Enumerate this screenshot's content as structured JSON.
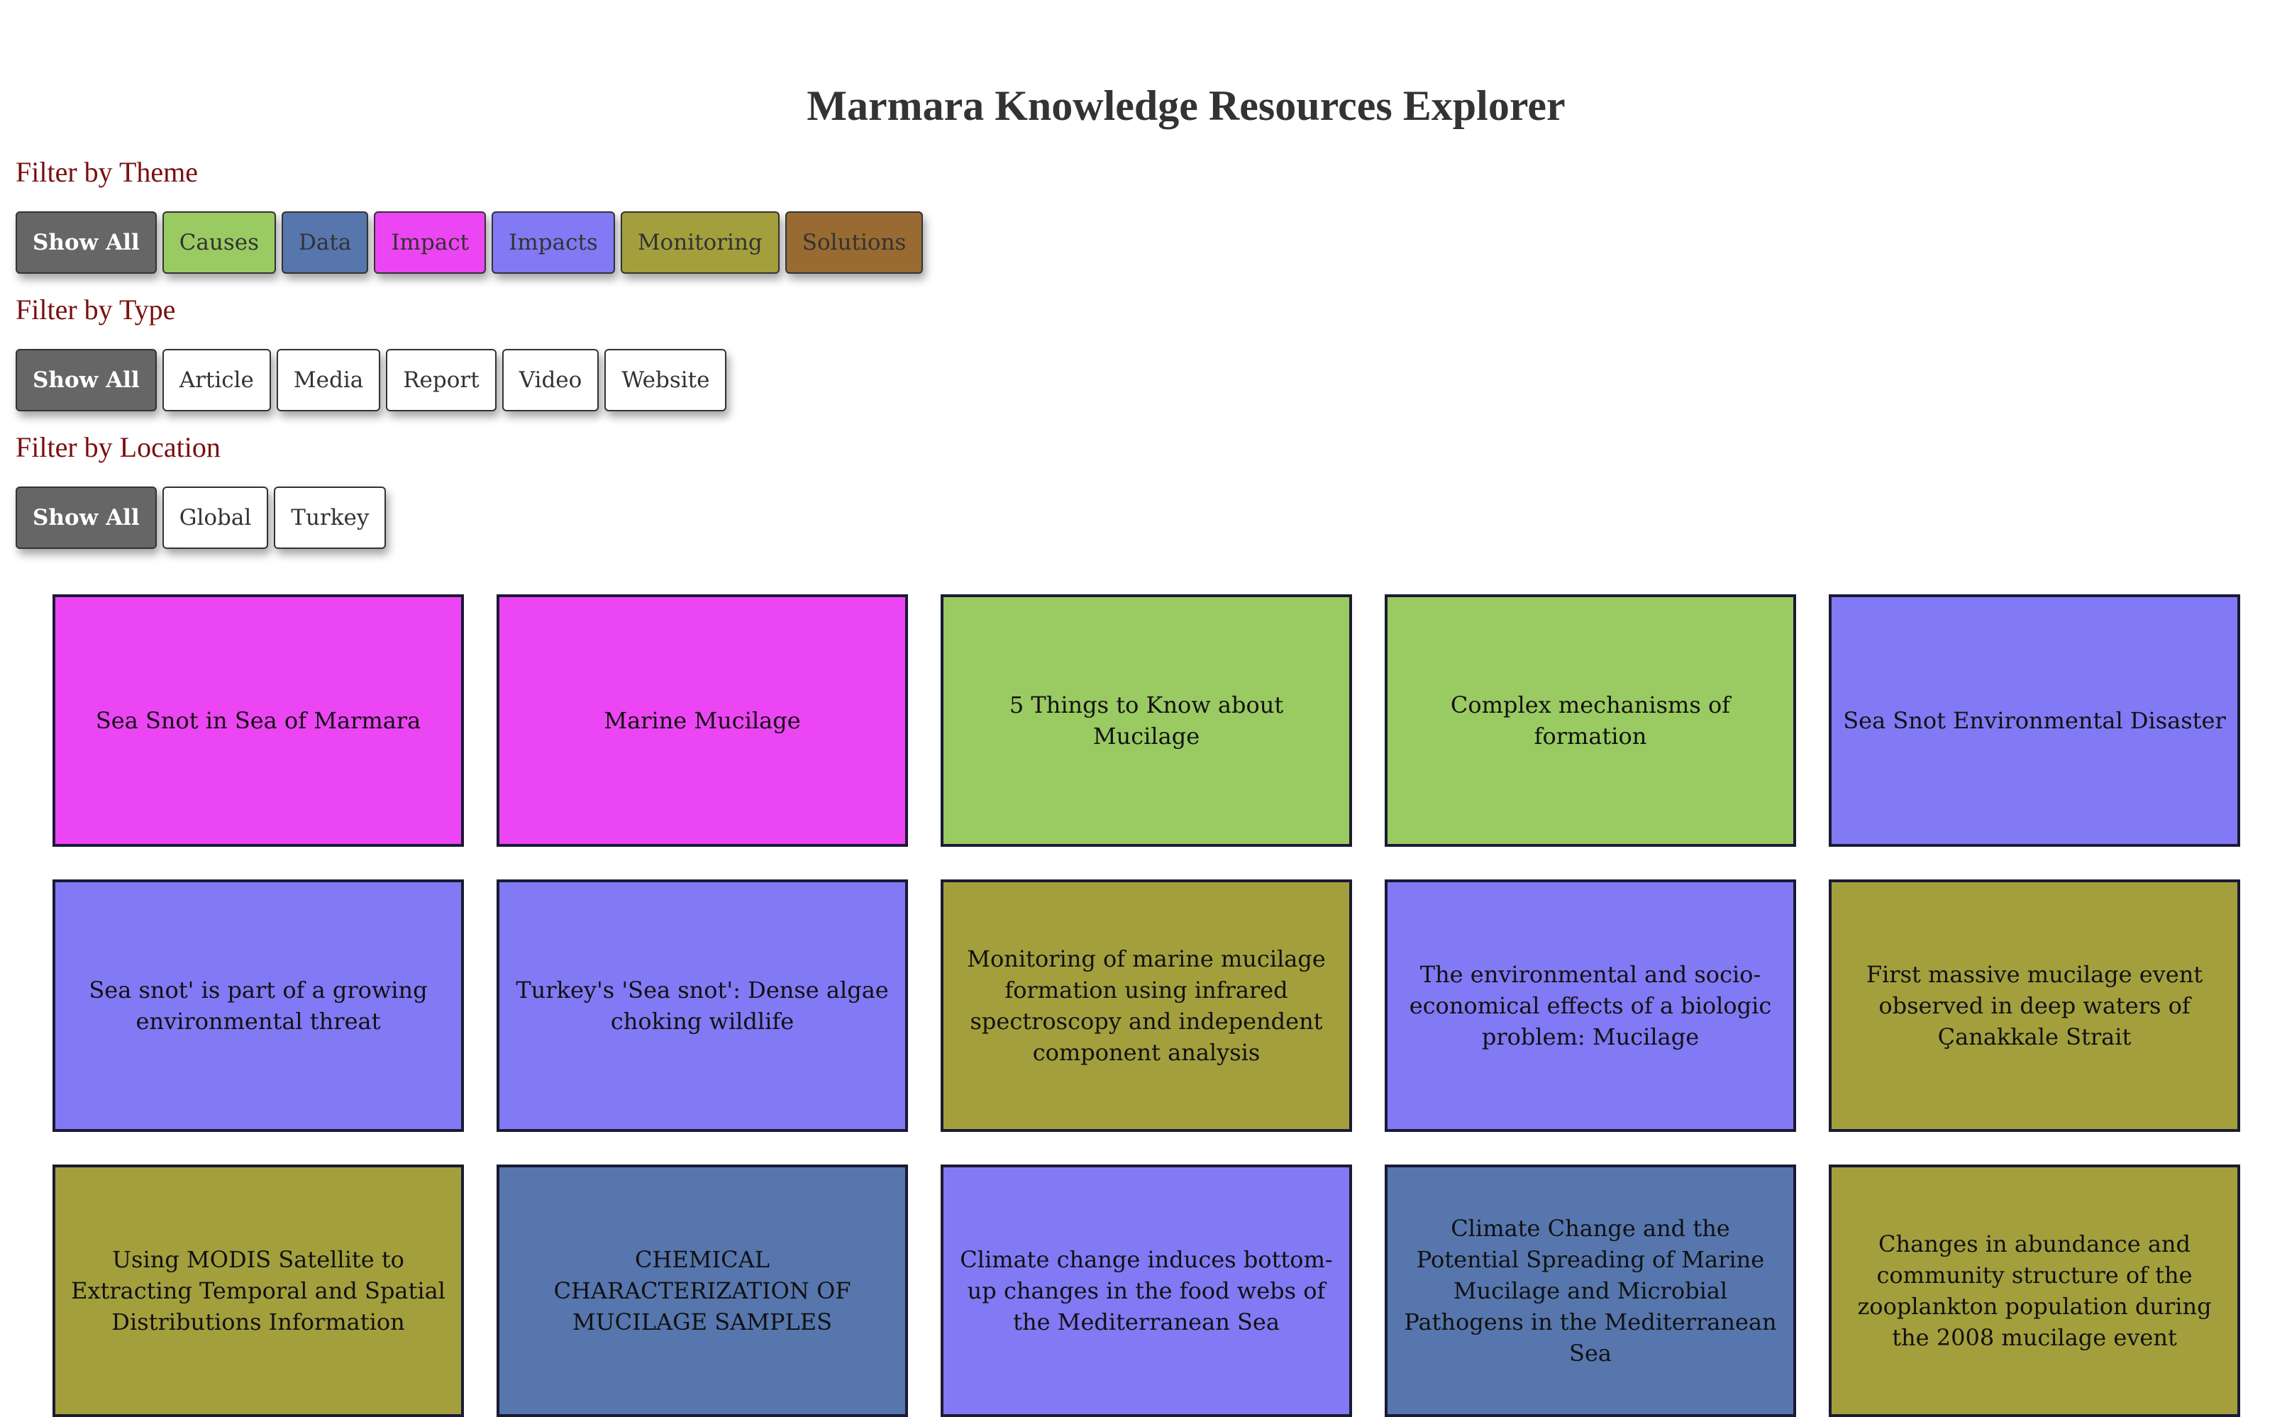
{
  "title": "Marmara Knowledge Resources Explorer",
  "theme_colors": {
    "Causes": "#9aca62",
    "Data": "#5676ad",
    "Impact": "#ec45f3",
    "Impacts": "#8279f4",
    "Monitoring": "#a39f3d",
    "Solutions": "#996a32"
  },
  "filters": {
    "theme": {
      "label": "Filter by Theme",
      "options": [
        "Show All",
        "Causes",
        "Data",
        "Impact",
        "Impacts",
        "Monitoring",
        "Solutions"
      ]
    },
    "type": {
      "label": "Filter by Type",
      "options": [
        "Show All",
        "Article",
        "Media",
        "Report",
        "Video",
        "Website"
      ]
    },
    "location": {
      "label": "Filter by Location",
      "options": [
        "Show All",
        "Global",
        "Turkey"
      ]
    }
  },
  "resources": [
    {
      "title": "Sea Snot in Sea of Marmara",
      "theme": "Impact"
    },
    {
      "title": "Marine Mucilage",
      "theme": "Impact"
    },
    {
      "title": "5 Things to Know about Mucilage",
      "theme": "Causes"
    },
    {
      "title": "Complex mechanisms of formation",
      "theme": "Causes"
    },
    {
      "title": "Sea Snot Environmental Disaster",
      "theme": "Impacts"
    },
    {
      "title": "Sea snot' is part of a growing environmental threat",
      "theme": "Impacts"
    },
    {
      "title": "Turkey's 'Sea snot': Dense algae choking wildlife",
      "theme": "Impacts"
    },
    {
      "title": "Monitoring of marine mucilage formation using infrared spectroscopy and independent component analysis",
      "theme": "Monitoring"
    },
    {
      "title": "The environmental and socio-economical effects of a biologic problem: Mucilage",
      "theme": "Impacts"
    },
    {
      "title": "First massive mucilage event observed in deep waters of Çanakkale Strait",
      "theme": "Monitoring"
    },
    {
      "title": "Using MODIS Satellite to Extracting Temporal and Spatial Distributions Information",
      "theme": "Monitoring"
    },
    {
      "title": "CHEMICAL CHARACTERIZATION OF MUCILAGE SAMPLES",
      "theme": "Data"
    },
    {
      "title": "Climate change induces bottom-up changes in the food webs of the Mediterranean Sea",
      "theme": "Impacts"
    },
    {
      "title": "Climate Change and the Potential Spreading of Marine Mucilage and Microbial Pathogens in the Mediterranean Sea",
      "theme": "Data"
    },
    {
      "title": "Changes in abundance and community structure of the zooplankton population during the 2008 mucilage event",
      "theme": "Monitoring"
    }
  ]
}
